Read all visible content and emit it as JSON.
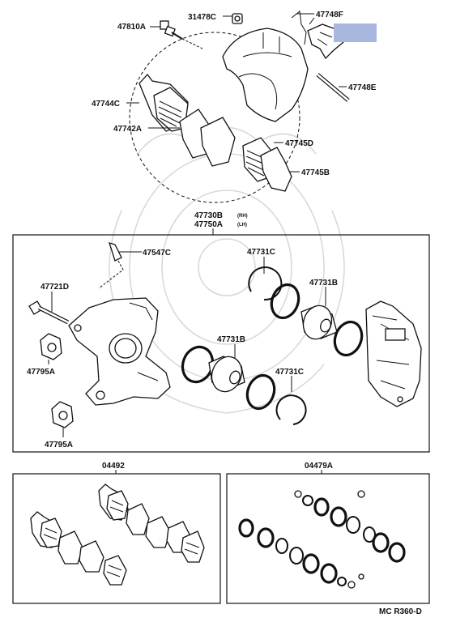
{
  "labels": {
    "p47810A": "47810A",
    "p31478C": "31478C",
    "p47748F": "47748F",
    "p47748E": "47748E",
    "p47744C": "47744C",
    "p47742A": "47742A",
    "p47745D": "47745D",
    "p47745B": "47745B",
    "p47730B": "47730B",
    "p47730B_sub": "(RH)",
    "p47750A": "47750A",
    "p47750A_sub": "(LH)",
    "p47547C": "47547C",
    "p47731C_top": "47731C",
    "p47721D": "47721D",
    "p47731B_top": "47731B",
    "p47795A_top": "47795A",
    "p47731B_mid": "47731B",
    "p47731C_mid": "47731C",
    "p47795A_bot": "47795A",
    "p04492": "04492",
    "p04479A": "04479A",
    "drawing_code": "MC R360-D"
  },
  "colors": {
    "highlight": "#a9b6e0",
    "ink": "#111111",
    "watermark": "#d9d9d9"
  }
}
